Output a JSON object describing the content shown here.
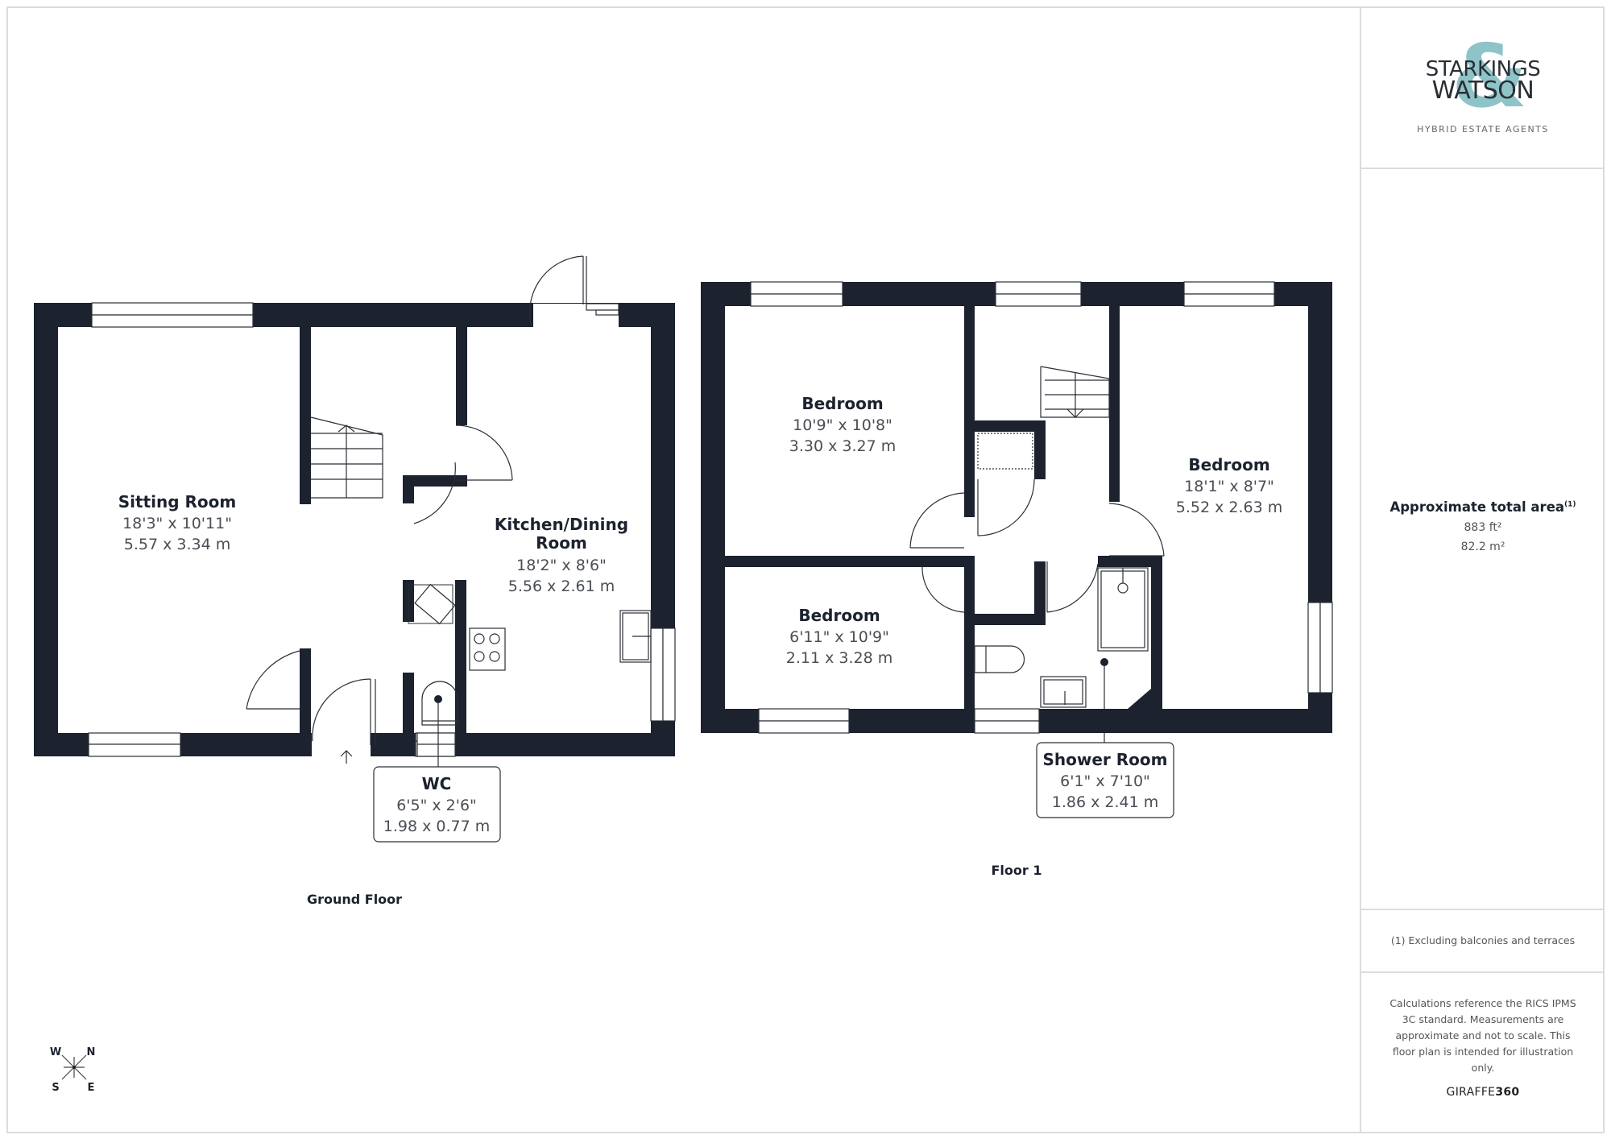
{
  "brand": {
    "name_line1": "STARKINGS",
    "name_line2": "WATSON",
    "ampersand": "&",
    "tagline": "HYBRID ESTATE AGENTS",
    "accent_color": "#8ec3c8"
  },
  "summary": {
    "title": "Approximate total area",
    "footnote_marker": "(1)",
    "area_sqft": "883 ft²",
    "area_sqm": "82.2 m²"
  },
  "footnote": "(1) Excluding balconies and terraces",
  "disclaimer": "Calculations reference the RICS IPMS 3C standard. Measurements are approximate and not to scale. This floor plan is intended for illustration only.",
  "credit": {
    "prefix": "GIRAFFE",
    "suffix": "360"
  },
  "colors": {
    "wall": "#1c222e",
    "line": "#2b2f36",
    "border": "#dcdcdc"
  },
  "compass": {
    "w": "W",
    "n": "N",
    "s": "S",
    "e": "E"
  },
  "floors": [
    {
      "label": "Ground Floor",
      "rooms": [
        {
          "name": "Sitting Room",
          "imperial": "18'3\" x 10'11\"",
          "metric": "5.57 x 3.34 m"
        },
        {
          "name_line1": "Kitchen/Dining",
          "name_line2": "Room",
          "imperial": "18'2\" x 8'6\"",
          "metric": "5.56 x 2.61 m"
        },
        {
          "name": "WC",
          "imperial": "6'5\" x 2'6\"",
          "metric": "1.98 x 0.77 m"
        }
      ]
    },
    {
      "label": "Floor 1",
      "rooms": [
        {
          "name": "Bedroom",
          "imperial": "10'9\" x 10'8\"",
          "metric": "3.30 x 3.27 m"
        },
        {
          "name": "Bedroom",
          "imperial": "18'1\" x 8'7\"",
          "metric": "5.52 x 2.63 m"
        },
        {
          "name": "Bedroom",
          "imperial": "6'11\" x 10'9\"",
          "metric": "2.11 x 3.28 m"
        },
        {
          "name": "Shower Room",
          "imperial": "6'1\" x 7'10\"",
          "metric": "1.86 x 2.41 m"
        }
      ]
    }
  ]
}
